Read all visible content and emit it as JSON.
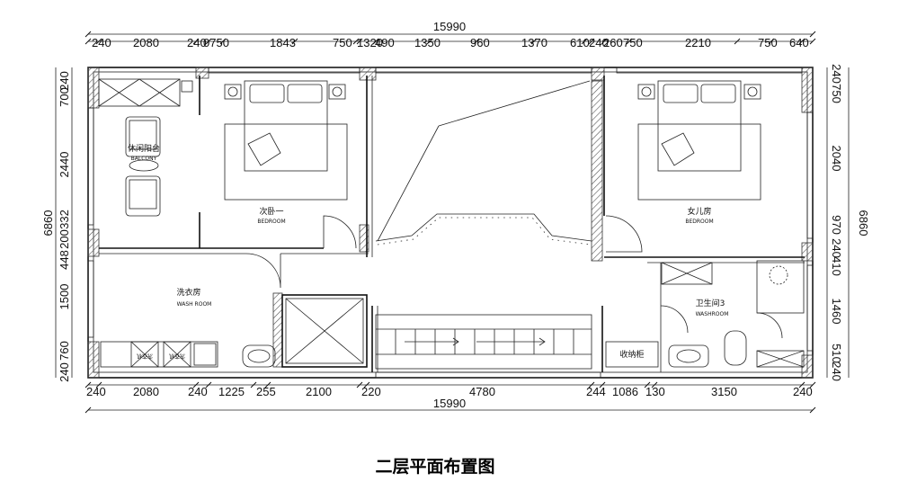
{
  "title": "二层平面布置图",
  "dims": {
    "top_total": "15990",
    "bottom_total": "15990",
    "top": [
      "240",
      "2080",
      "240",
      "0750",
      "1843",
      "750",
      "1320",
      "490",
      "1350",
      "960",
      "1370",
      "610",
      "240",
      "260",
      "750",
      "2210",
      "750",
      "640"
    ],
    "bottom": [
      "240",
      "2080",
      "240",
      "1225",
      "255",
      "2100",
      "220",
      "4780",
      "244",
      "1086",
      "130",
      "3150",
      "240"
    ],
    "left": [
      "240",
      "700",
      "2440",
      "332",
      "200",
      "448",
      "1500",
      "760",
      "240"
    ],
    "left_total": "6860",
    "right": [
      "240",
      "750",
      "2040",
      "970",
      "240",
      "410",
      "1460",
      "510",
      "240"
    ],
    "right_total": "6860"
  },
  "rooms": {
    "balcony": {
      "cn": "休闲阳台",
      "en": "BALCONY"
    },
    "bedroom2": {
      "cn": "次卧一",
      "en": "BEDROOM"
    },
    "girlroom": {
      "cn": "女儿房",
      "en": "BEDROOM"
    },
    "washroom": {
      "cn": "洗衣房",
      "en": "WASH ROOM"
    },
    "bath3": {
      "cn": "卫生间3",
      "en": "WASHROOM"
    },
    "storage": {
      "cn": "收纳柜"
    },
    "washer1": {
      "cn": "洗衣机"
    },
    "washer2": {
      "cn": "洗衣机"
    }
  }
}
